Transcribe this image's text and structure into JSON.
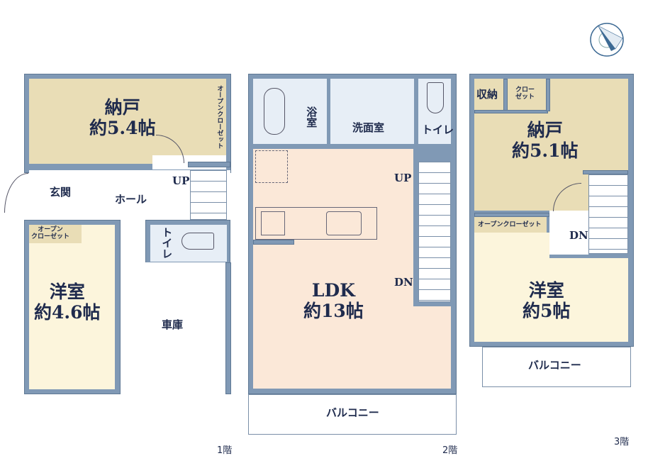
{
  "floors": {
    "f1": {
      "label": "1階",
      "storage": {
        "name": "納戸",
        "size": "約5.4帖"
      },
      "open_closet": "オープンクローゼット",
      "entrance": "玄関",
      "hall": "ホール",
      "up": "UP",
      "toilet": "トイレ",
      "western": {
        "name": "洋室",
        "size": "約4.6帖"
      },
      "western_closet": [
        "オープン",
        "クローゼット"
      ],
      "garage": "車庫"
    },
    "f2": {
      "label": "2階",
      "bath": "浴室",
      "washroom": "洗面室",
      "toilet": "トイレ",
      "ldk": {
        "name": "LDK",
        "size": "約13帖"
      },
      "up": "UP",
      "dn": "DN",
      "balcony": "バルコニー"
    },
    "f3": {
      "label": "3階",
      "storage": {
        "name": "納戸",
        "size": "約5.1帖"
      },
      "shuno": "収納",
      "closet": [
        "クロー",
        "ゼット"
      ],
      "open_closet": "オープンクローゼット",
      "western": {
        "name": "洋室",
        "size": "約5帖"
      },
      "dn": "DN",
      "balcony": "バルコニー"
    }
  },
  "colors": {
    "wall": "#8099b5",
    "text": "#1f2b4d"
  }
}
